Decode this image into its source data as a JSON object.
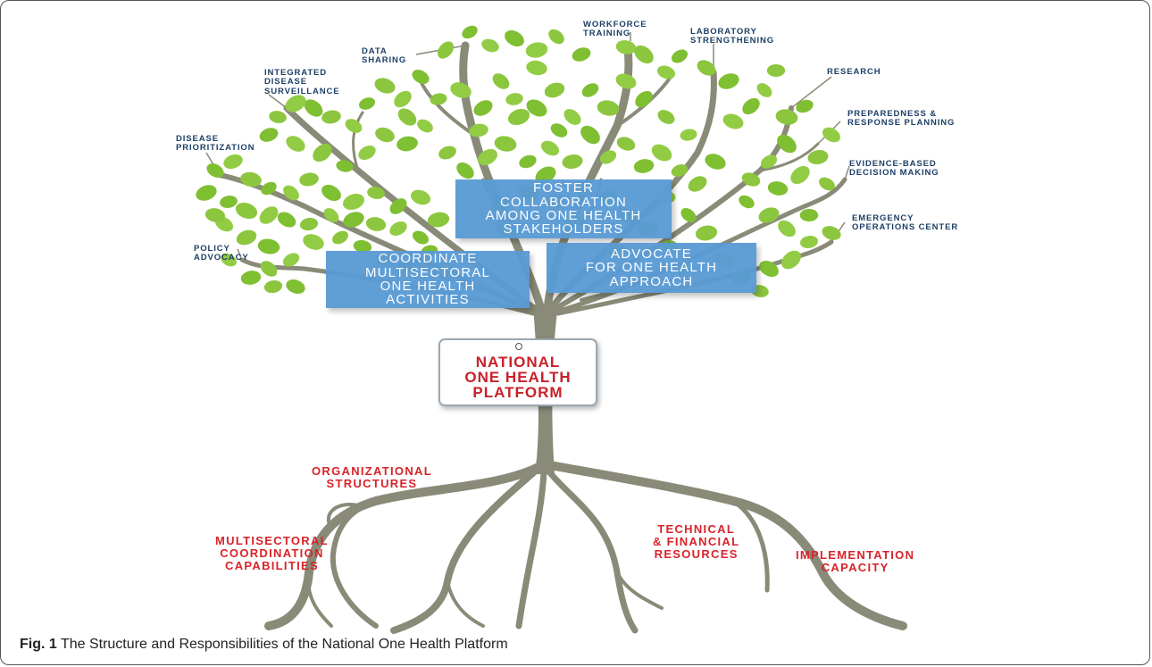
{
  "figure": {
    "caption_label": "Fig. 1",
    "caption_text": "The Structure and Responsibilities of the National One Health Platform"
  },
  "trunk_box": {
    "title": "NATIONAL\nONE HEALTH\nPLATFORM"
  },
  "function_boxes": [
    {
      "id": "foster",
      "text": "FOSTER\nCOLLABORATION\nAMONG ONE HEALTH\nSTAKEHOLDERS"
    },
    {
      "id": "coordinate",
      "text": "COORDINATE\nMULTISECTORAL\nONE HEALTH\nACTIVITIES"
    },
    {
      "id": "advocate",
      "text": "ADVOCATE\nFOR ONE HEALTH\nAPPROACH"
    }
  ],
  "branch_labels": [
    "WORKFORCE\nTRAINING",
    "DATA\nSHARING",
    "LABORATORY\nSTRENGTHENING",
    "INTEGRATED\nDISEASE\nSURVEILLANCE",
    "RESEARCH",
    "PREPAREDNESS &\nRESPONSE PLANNING",
    "DISEASE\nPRIORITIZATION",
    "EVIDENCE-BASED\nDECISION MAKING",
    "EMERGENCY\nOPERATIONS CENTER",
    "POLICY\nADVOCACY"
  ],
  "root_labels": [
    "ORGANIZATIONAL\nSTRUCTURES",
    "MULTISECTORAL\nCOORDINATION\nCAPABILITIES",
    "TECHNICAL\n& FINANCIAL\nRESOURCES",
    "IMPLEMENTATION\nCAPACITY"
  ],
  "colors": {
    "leaf": "#8cc63f",
    "trunk": "#8a8a78",
    "box_blue": "#5a9bd5",
    "root_text": "#d8232a",
    "branch_text": "#1d3f66"
  }
}
